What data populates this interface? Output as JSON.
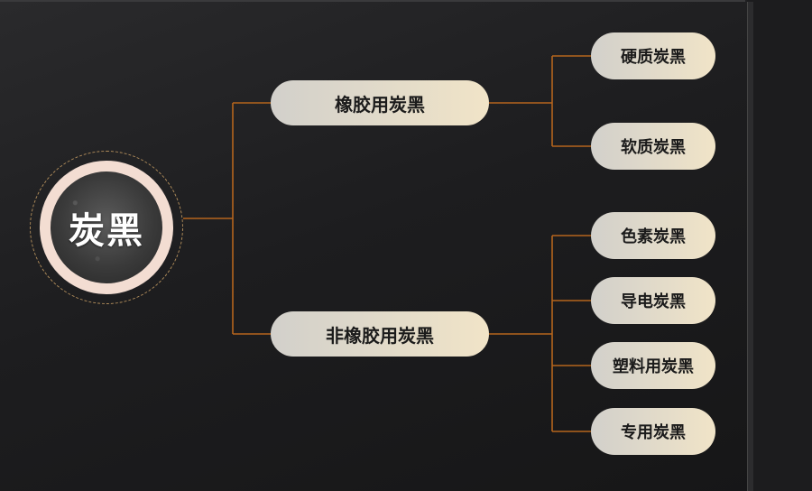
{
  "root": {
    "label": "炭黑"
  },
  "branches": [
    {
      "label": "橡胶用炭黑",
      "children": [
        "硬质炭黑",
        "软质炭黑"
      ]
    },
    {
      "label": "非橡胶用炭黑",
      "children": [
        "色素炭黑",
        "导电炭黑",
        "塑料用炭黑",
        "专用炭黑"
      ]
    }
  ],
  "colors": {
    "connector": "#b5651d",
    "pill_start": "#d2d0cb",
    "pill_end": "#f1e4c8",
    "ring": "#f3ddd2"
  }
}
